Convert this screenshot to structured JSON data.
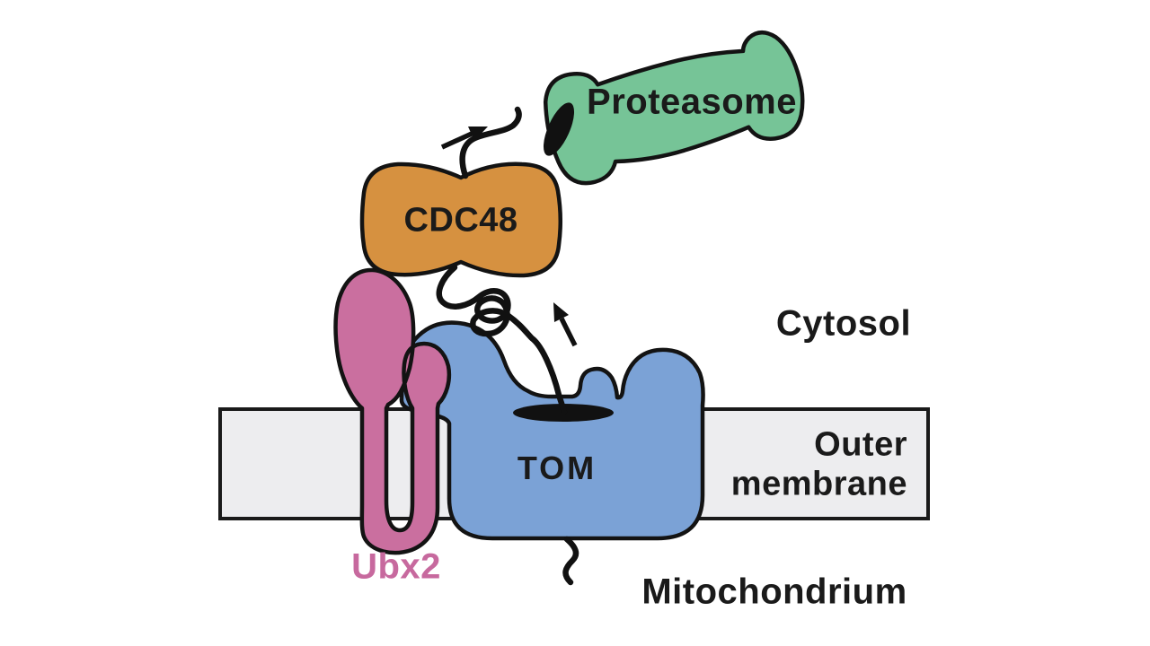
{
  "diagram": {
    "background": "#ffffff",
    "text_color": "#1a1a1a",
    "components": {
      "proteasome": {
        "label": "Proteasome",
        "color": "#76c497",
        "opening_color": "#111111"
      },
      "cdc48": {
        "label": "CDC48",
        "color": "#d69140"
      },
      "tom": {
        "label": "TOM",
        "color": "#7ba2d6",
        "pore_color": "#111111"
      },
      "ubx2": {
        "label": "Ubx2",
        "color": "#ca6f9f",
        "label_color": "#c7699e"
      },
      "membrane": {
        "color": "#ededef",
        "outline": "#1a1a1a"
      }
    },
    "region_labels": {
      "cytosol": "Cytosol",
      "outer_membrane_line1": "Outer",
      "outer_membrane_line2": "membrane",
      "mitochondrium": "Mitochondrium"
    },
    "annotations": {
      "outline_color": "#131313",
      "polypeptide_color": "#111111",
      "arrow_color": "#111111"
    }
  }
}
